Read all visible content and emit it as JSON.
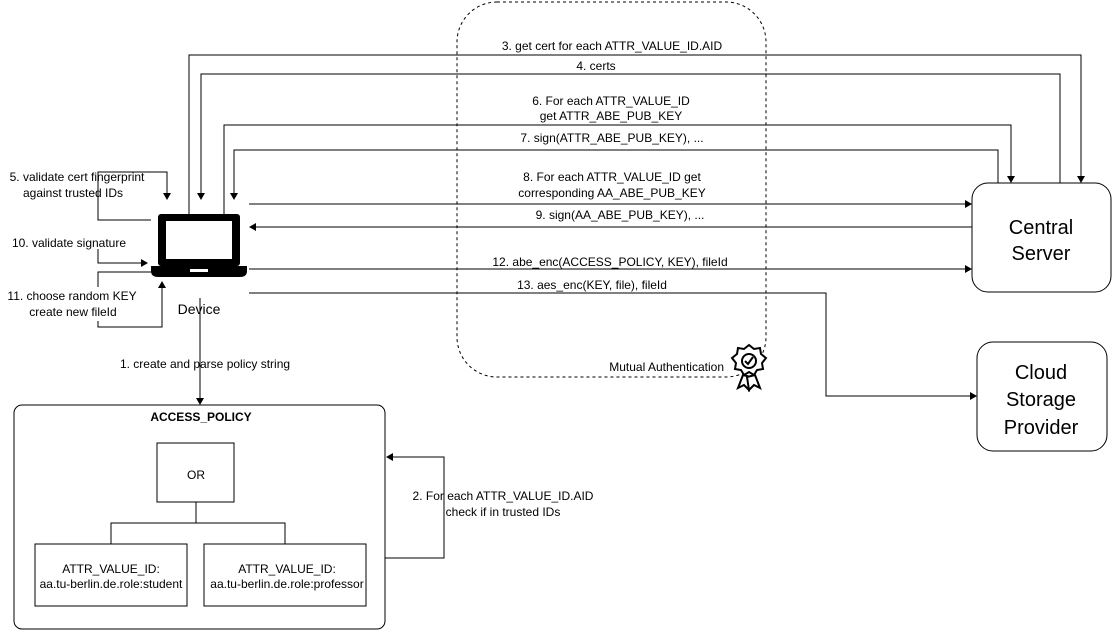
{
  "nodes": {
    "central_server": {
      "line1": "Central",
      "line2": "Server"
    },
    "cloud_storage": {
      "line1": "Cloud",
      "line2": "Storage",
      "line3": "Provider"
    },
    "device": {
      "label": "Device"
    },
    "mutual_auth": {
      "label": "Mutual Authentication"
    },
    "access_policy": {
      "title": "ACCESS_POLICY",
      "or_node": "OR",
      "leaf_left": {
        "line1": "ATTR_VALUE_ID:",
        "line2": "aa.tu-berlin.de.role:student"
      },
      "leaf_right": {
        "line1": "ATTR_VALUE_ID:",
        "line2": "aa.tu-berlin.de.role:professor"
      }
    }
  },
  "steps": {
    "s1": "1. create and parse policy string",
    "s2": {
      "line1": "2. For each ATTR_VALUE_ID.AID",
      "line2": "check if in trusted IDs"
    },
    "s3": "3. get cert for each ATTR_VALUE_ID.AID",
    "s4": "4. certs",
    "s5": {
      "line1": "5. validate cert fingerprint",
      "line2": "against trusted IDs"
    },
    "s6": {
      "line1": "6. For each ATTR_VALUE_ID",
      "line2": "get ATTR_ABE_PUB_KEY"
    },
    "s7": "7. sign(ATTR_ABE_PUB_KEY), ...",
    "s8": {
      "line1": "8. For each ATTR_VALUE_ID get",
      "line2": "corresponding AA_ABE_PUB_KEY"
    },
    "s9": "9. sign(AA_ABE_PUB_KEY), ...",
    "s10": "10. validate signature",
    "s11": {
      "line1": "11. choose random KEY",
      "line2": "create new fileId"
    },
    "s12": "12. abe_enc(ACCESS_POLICY, KEY), fileId",
    "s13": "13. aes_enc(KEY, file), fileId"
  }
}
